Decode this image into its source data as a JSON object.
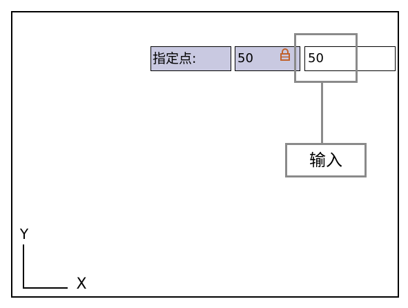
{
  "dynamic_input": {
    "prompt_label": "指定点:",
    "locked_value": "50",
    "input_value": "50"
  },
  "callout": {
    "label": "输入"
  },
  "ucs": {
    "y_label": "Y",
    "x_label": "X"
  },
  "colors": {
    "field_background": "#c9c9e1",
    "callout_border": "#8a8a8a",
    "lock_icon": "#c0602a"
  },
  "icons": {
    "lock": "lock-icon"
  }
}
